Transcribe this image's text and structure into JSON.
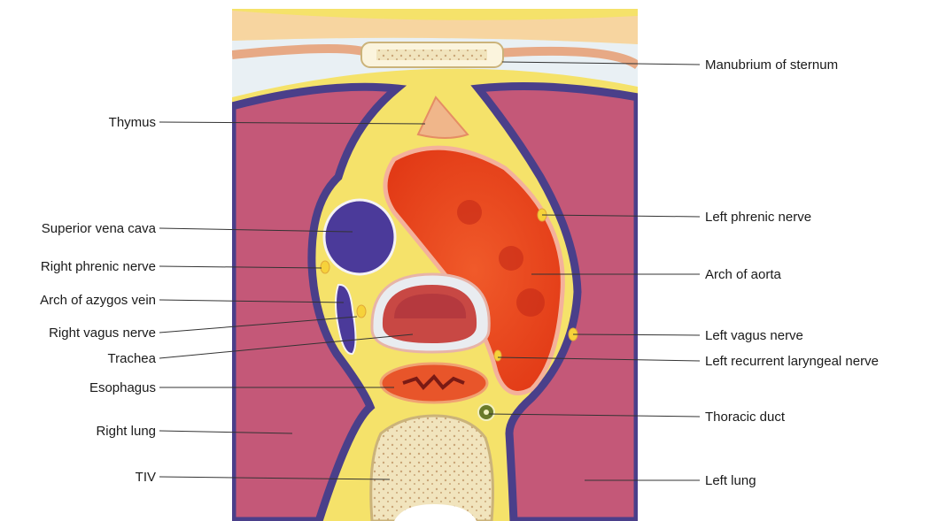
{
  "labels_left": [
    {
      "id": "thymus",
      "text": "Thymus"
    },
    {
      "id": "svc",
      "text": "Superior vena cava"
    },
    {
      "id": "rpn",
      "text": "Right phrenic nerve"
    },
    {
      "id": "azygos",
      "text": "Arch of azygos vein"
    },
    {
      "id": "rvn",
      "text": "Right vagus nerve"
    },
    {
      "id": "trachea",
      "text": "Trachea"
    },
    {
      "id": "esophagus",
      "text": "Esophagus"
    },
    {
      "id": "rlung",
      "text": "Right lung"
    },
    {
      "id": "tiv",
      "text": "TIV"
    }
  ],
  "labels_right": [
    {
      "id": "manubrium",
      "text": "Manubrium of sternum"
    },
    {
      "id": "lpn",
      "text": "Left phrenic nerve"
    },
    {
      "id": "aorta",
      "text": "Arch of aorta"
    },
    {
      "id": "lvn",
      "text": "Left vagus nerve"
    },
    {
      "id": "lrln",
      "text": "Left recurrent laryngeal nerve"
    },
    {
      "id": "thoracic",
      "text": "Thoracic duct"
    },
    {
      "id": "llung",
      "text": "Left lung"
    }
  ],
  "colors": {
    "lung": "#c45878",
    "pleura": "#4a3f8a",
    "fat": "#f3e066",
    "aorta": "#e8431e",
    "vena_cava": "#4b3a9a",
    "bone": "#efe1b4",
    "thymus": "#f0b68a",
    "nerve": "#f6d23a"
  }
}
